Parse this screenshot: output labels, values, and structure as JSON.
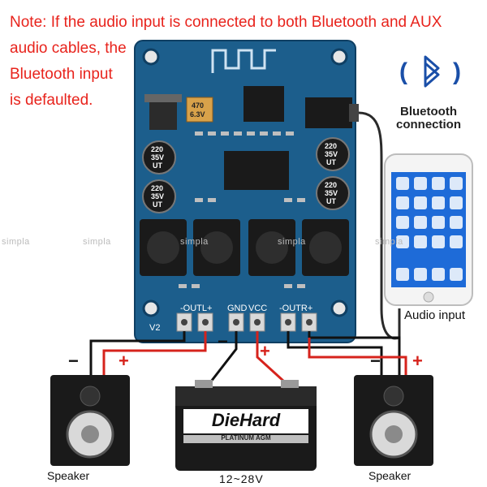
{
  "note": {
    "lines": [
      "Note: If the audio input is connected to both Bluetooth and AUX",
      "audio cables, the",
      "Bluetooth input",
      "is defaulted."
    ]
  },
  "bluetooth": {
    "title_line1": "Bluetooth",
    "title_line2": "connection",
    "symbol_left": "(",
    "symbol_right": ")"
  },
  "board": {
    "pins": {
      "outl": "-OUTL+",
      "gnd": "GND",
      "vcc": "VCC",
      "outr": "-OUTR+"
    },
    "caps": [
      {
        "line1": "220",
        "line2": "35V",
        "line3": "UT"
      },
      {
        "line1": "220",
        "line2": "35V",
        "line3": "UT"
      },
      {
        "line1": "220",
        "line2": "35V",
        "line3": "UT"
      },
      {
        "line1": "220",
        "line2": "35V",
        "line3": "UT"
      }
    ],
    "small_cap": {
      "line1": "470",
      "line2": "6.3V"
    },
    "version": "V2"
  },
  "labels": {
    "audio_input": "Audio input",
    "speaker_left": "Speaker",
    "speaker_right": "Speaker",
    "voltage": "12~28V",
    "battery_brand": "DieHard",
    "battery_sub": "PLATINUM AGM"
  },
  "polarity": {
    "minus": "−",
    "plus": "+"
  },
  "watermark": "simpla",
  "colors": {
    "note_text": "#e8231c",
    "board": "#1c5e8c",
    "wire_red": "#d6231c",
    "wire_black": "#111111",
    "bluetooth_blue": "#1a4fa8"
  }
}
